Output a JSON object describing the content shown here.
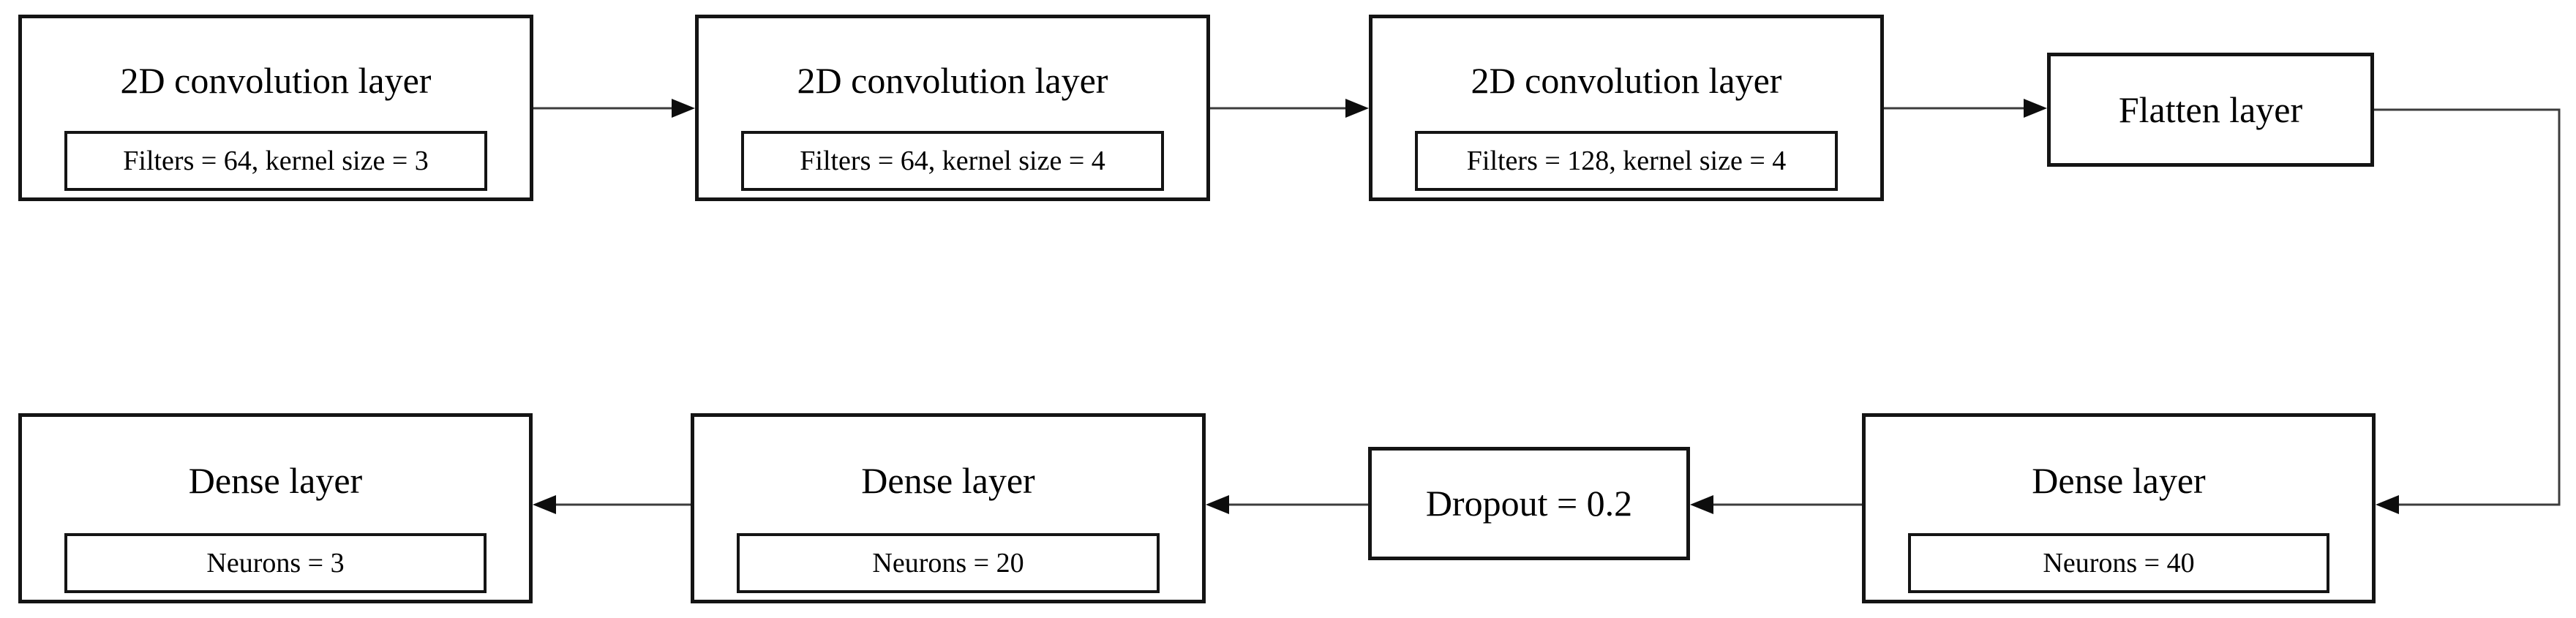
{
  "diagram": {
    "type": "neural-network-architecture-flowchart",
    "colors": {
      "background": "#ffffff",
      "box_fill": "#ffffff",
      "box_border": "#141414",
      "text": "#000000",
      "connector_line": "#3c3c3c",
      "arrowhead": "#0d0d0d"
    },
    "nodes": {
      "conv1": {
        "label": "2D convolution layer",
        "params": "Filters = 64, kernel size = 3"
      },
      "conv2": {
        "label": "2D convolution layer",
        "params": "Filters = 64, kernel size = 4"
      },
      "conv3": {
        "label": "2D convolution layer",
        "params": "Filters = 128, kernel size = 4"
      },
      "flatten": {
        "label": "Flatten layer"
      },
      "dense40": {
        "label": "Dense layer",
        "params": "Neurons = 40"
      },
      "dropout": {
        "label": "Dropout = 0.2"
      },
      "dense20": {
        "label": "Dense layer",
        "params": "Neurons = 20"
      },
      "dense3": {
        "label": "Dense layer",
        "params": "Neurons = 3"
      }
    },
    "flow": [
      "conv1",
      "conv2",
      "conv3",
      "flatten",
      "dense40",
      "dropout",
      "dense20",
      "dense3"
    ]
  }
}
